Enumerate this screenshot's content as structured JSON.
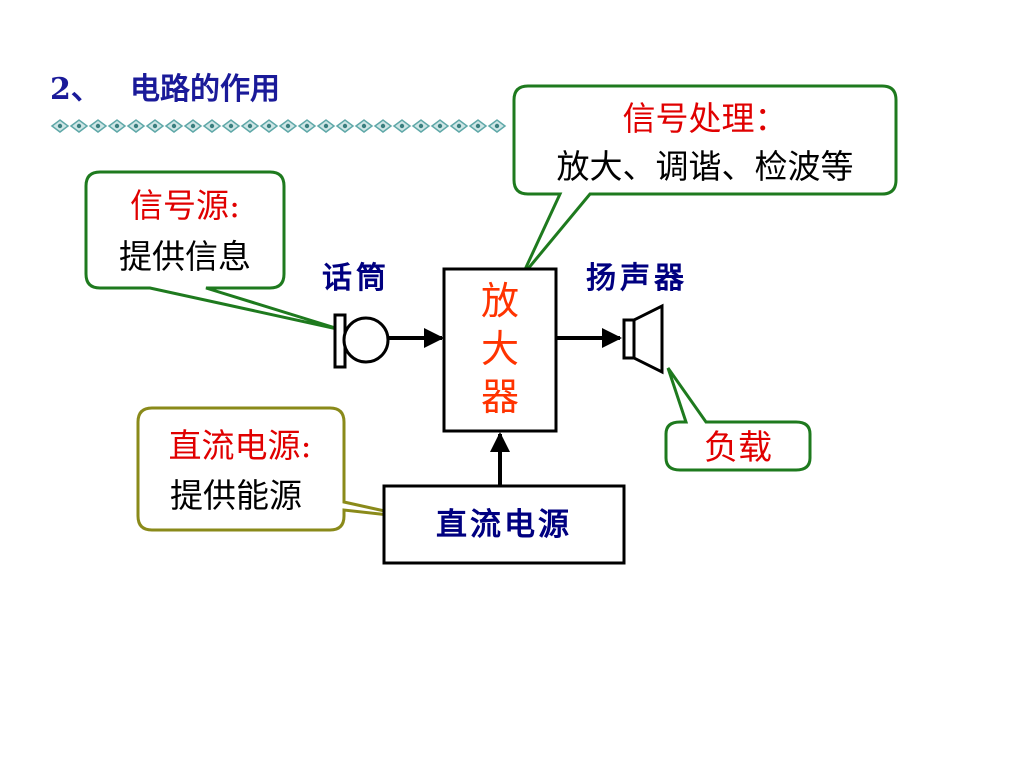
{
  "title": {
    "number": "2、",
    "text": "电路的作用"
  },
  "callouts": {
    "signal_processing": {
      "heading": "信号处理：",
      "body": "放大、调谐、检波等"
    },
    "signal_source": {
      "heading": "信号源:",
      "body": "提供信息"
    },
    "dc_power": {
      "heading": "直流电源:",
      "body": "提供能源"
    },
    "load": {
      "heading": "负载"
    }
  },
  "components": {
    "microphone": "话筒",
    "speaker": "扬声器",
    "amplifier": [
      "放",
      "大",
      "器"
    ],
    "dc_supply": "直流电源"
  },
  "colors": {
    "title": "#1a1a99",
    "callout_heading": "#e00000",
    "callout_border_green": "#1e7a1e",
    "callout_border_olive": "#8a8a1a",
    "component_label": "#000080",
    "amplifier_text": "#ff3300",
    "decor_diamond": "#5fa8a8"
  },
  "icons": {
    "microphone": "microphone-icon",
    "speaker": "speaker-icon",
    "divider": "diamond-chain-divider"
  }
}
